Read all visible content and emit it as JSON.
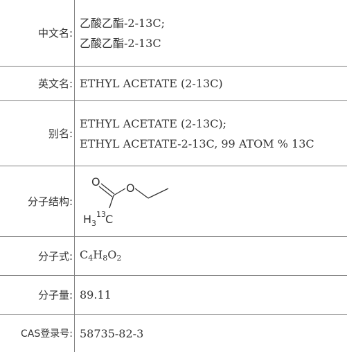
{
  "rows": {
    "chinese_name": {
      "label": "中文名:",
      "values": [
        "乙酸乙酯-2-13C;",
        "乙酸乙酯-2-13C"
      ]
    },
    "english_name": {
      "label": "英文名:",
      "value": "ETHYL ACETATE (2-13C)"
    },
    "alias": {
      "label": "别名:",
      "values": [
        "ETHYL ACETATE (2-13C);",
        "ETHYL ACETATE-2-13C, 99 ATOM % 13C"
      ]
    },
    "structure": {
      "label": "分子结构:",
      "atoms": {
        "carbonyl_oxygen": "O",
        "ester_oxygen": "O",
        "methyl_h": "H",
        "methyl_h_count": "3",
        "isotope_mass": "13",
        "isotope_element": "C"
      }
    },
    "formula": {
      "label": "分子式:",
      "parts": [
        "C",
        "4",
        "H",
        "8",
        "O",
        "2"
      ]
    },
    "molecular_weight": {
      "label": "分子量:",
      "value": "89.11"
    },
    "cas": {
      "label": "CAS登录号:",
      "value": "58735-82-3"
    }
  }
}
